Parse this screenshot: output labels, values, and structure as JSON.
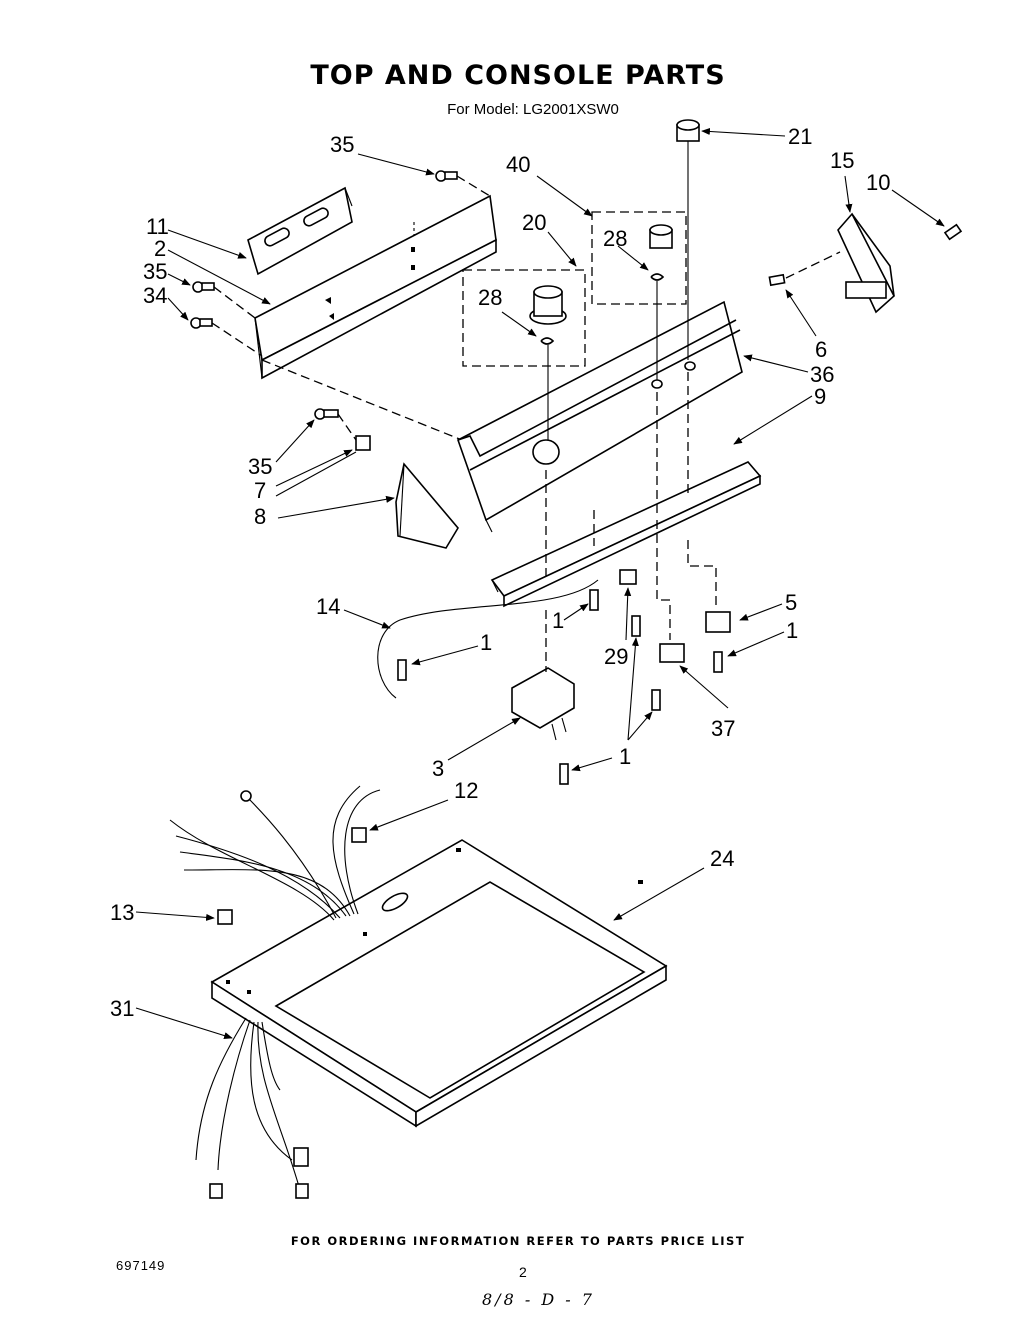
{
  "header": {
    "title": "TOP AND CONSOLE PARTS",
    "subtitle": "For Model: LG2001XSW0"
  },
  "callouts": {
    "c21": "21",
    "c35a": "35",
    "c40": "40",
    "c15": "15",
    "c10": "10",
    "c20": "20",
    "c11": "11",
    "c2": "2",
    "c28a": "28",
    "c35b": "35",
    "c34": "34",
    "c28b": "28",
    "c6": "6",
    "c36": "36",
    "c9": "9",
    "c35c": "35",
    "c7": "7",
    "c8": "8",
    "c14": "14",
    "c5": "5",
    "c1a": "1",
    "c1b": "1",
    "c1c": "1",
    "c29": "29",
    "c37": "37",
    "c1d": "1",
    "c3": "3",
    "c12": "12",
    "c24": "24",
    "c13": "13",
    "c31": "31"
  },
  "footer": {
    "ordering_note": "FOR ORDERING INFORMATION REFER TO PARTS PRICE LIST",
    "document_number": "697149",
    "page_number": "2",
    "handwritten_note": "8/8 - D - 7"
  }
}
